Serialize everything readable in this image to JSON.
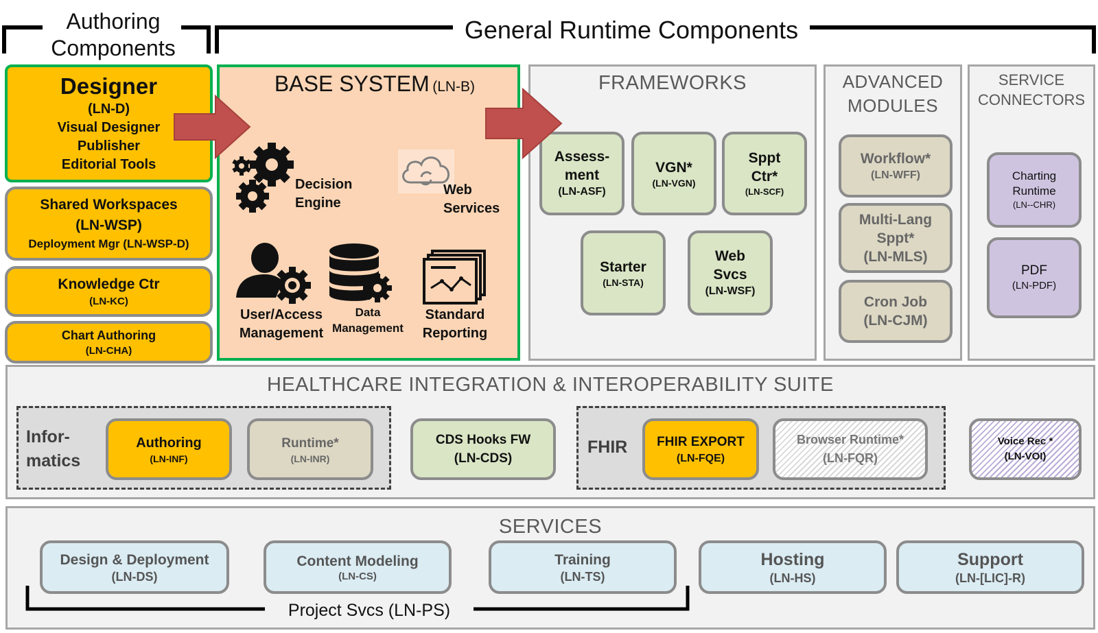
{
  "headers": {
    "authoring": [
      "Authoring",
      "Components"
    ],
    "runtime": "General Runtime Components"
  },
  "authoring": {
    "designer": {
      "title": "Designer",
      "lines": [
        "(LN-D)",
        "Visual Designer",
        "Publisher",
        "Editorial Tools"
      ]
    },
    "shared": {
      "lines": [
        "Shared Workspaces",
        "(LN-WSP)",
        "Deployment Mgr (LN-WSP-D)"
      ]
    },
    "knowledge": {
      "lines": [
        "Knowledge Ctr",
        "(LN-KC)"
      ]
    },
    "chart": {
      "lines": [
        "Chart Authoring",
        "(LN-CHA)"
      ]
    }
  },
  "base_system": {
    "title": "BASE SYSTEM",
    "code": "(LN-B)",
    "decision": [
      "Decision",
      "Engine"
    ],
    "web": [
      "Web",
      "Services"
    ],
    "user": [
      "User/Access",
      "Management"
    ],
    "data": [
      "Data",
      "Management"
    ],
    "reporting": [
      "Standard",
      "Reporting"
    ]
  },
  "frameworks": {
    "title": "FRAMEWORKS",
    "assessment": {
      "lines": [
        "Assess-",
        "ment"
      ],
      "code": "(LN-ASF)"
    },
    "vgn": {
      "lines": [
        "VGN*"
      ],
      "code": "(LN-VGN)"
    },
    "sppt": {
      "lines": [
        "Sppt",
        "Ctr*"
      ],
      "code": "(LN-SCF)"
    },
    "starter": {
      "lines": [
        "Starter"
      ],
      "code": "(LN-STA)"
    },
    "websvcs": {
      "lines": [
        "Web",
        "Svcs",
        "(LN-WSF)"
      ]
    }
  },
  "advanced": {
    "title": [
      "ADVANCED",
      "MODULES"
    ],
    "workflow": {
      "line": "Workflow*",
      "code": "(LN-WFF)"
    },
    "multilang": {
      "lines": [
        "Multi-Lang",
        "Sppt*",
        "(LN-MLS)"
      ]
    },
    "cron": {
      "lines": [
        "Cron Job",
        "(LN-CJM)"
      ]
    }
  },
  "connectors": {
    "title": [
      "SERVICE",
      "CONNECTORS"
    ],
    "charting": {
      "lines": [
        "Charting",
        "Runtime"
      ],
      "code": "(LN--CHR)"
    },
    "pdf": {
      "line": "PDF",
      "code": "(LN-PDF)"
    }
  },
  "hiis": {
    "title": "HEALTHCARE INTEGRATION & INTEROPERABILITY SUITE",
    "informatics": [
      "Infor-",
      "matics"
    ],
    "inf_authoring": {
      "line": "Authoring",
      "code": "(LN-INF)"
    },
    "inf_runtime": {
      "line": "Runtime*",
      "code": "(LN-INR)"
    },
    "cds": {
      "lines": [
        "CDS Hooks FW",
        "(LN-CDS)"
      ]
    },
    "fhir": "FHIR",
    "fhir_export": {
      "line": "FHIR EXPORT",
      "code": "(LN-FQE)"
    },
    "browser_runtime": {
      "line": "Browser Runtime*",
      "code": "(LN-FQR)"
    },
    "voice": {
      "lines": [
        "Voice Rec *",
        "(LN-VOI)"
      ]
    }
  },
  "services": {
    "title": "SERVICES",
    "design": {
      "line": "Design & Deployment",
      "code": "(LN-DS)"
    },
    "content": {
      "line": "Content Modeling",
      "code": "(LN-CS)"
    },
    "training": {
      "line": "Training",
      "code": "(LN-TS)"
    },
    "hosting": {
      "line": "Hosting",
      "code": "(LN-HS)"
    },
    "support": {
      "line": "Support",
      "code": "(LN-[LIC]-R)"
    },
    "project": "Project Svcs (LN-PS)"
  },
  "colors": {
    "yellow": "#ffc000",
    "salmon": "#fbd5b5",
    "green_border": "#00b050",
    "light_green": "#d9e5c5",
    "tan": "#ddd8c4",
    "purple": "#cfc4e0",
    "light_blue": "#dbecf3",
    "arrow": "#c0504d"
  }
}
